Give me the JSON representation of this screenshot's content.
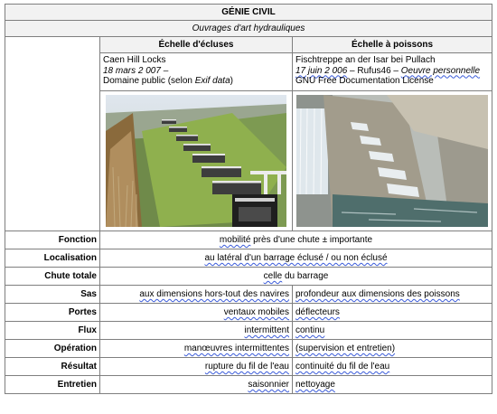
{
  "header": {
    "title": "GÉNIE CIVIL",
    "subtitle": "Ouvrages d'art hydrauliques",
    "col_left": "Échelle d'écluses",
    "col_right": "Échelle à poissons"
  },
  "left_caption": {
    "line1": "Caen Hill Locks",
    "line2": "18 mars 2 007 –",
    "line3_pre": "Domaine public (selon ",
    "line3_em": "Exif data",
    "line3_post": ")"
  },
  "right_caption": {
    "line1": "Fischtreppe an der Isar bei Pullach",
    "line2_date": "17 juin 2 006",
    "line2_mid": " – Rufus46 – ",
    "line2_em": "Oeuvre personnelle",
    "line3": "GNU Free Documentation License"
  },
  "rows": [
    {
      "label": "Fonction",
      "merged": true,
      "value_a": "mobilité",
      "value_b": " près d'une chute ± importante"
    },
    {
      "label": "Localisation",
      "merged": true,
      "value_a": "au latéral d'un barrage éclusé / ou non éclusé",
      "value_b": ""
    },
    {
      "label": "Chute totale",
      "merged": true,
      "value_a": "celle",
      "value_b": " du barrage"
    },
    {
      "label": "Sas",
      "left": "aux dimensions hors-tout des navires",
      "right": "profondeur aux dimensions des poissons"
    },
    {
      "label": "Portes",
      "left": "ventaux mobiles",
      "right": "déflecteurs"
    },
    {
      "label": "Flux",
      "left": "intermittent",
      "right": "continu"
    },
    {
      "label": "Opération",
      "left": "manœuvres intermittentes",
      "right": "(supervision et entretien)"
    },
    {
      "label": "Résultat",
      "left": "rupture du fil de l'eau",
      "right": "continuité du fil de l'eau"
    },
    {
      "label": "Entretien",
      "left": "saisonnier",
      "right": "nettoyage"
    }
  ],
  "colors": {
    "border": "#7f7f7f",
    "header_bg": "#f2f2f2",
    "spell_underline": "#3a5bd9"
  }
}
